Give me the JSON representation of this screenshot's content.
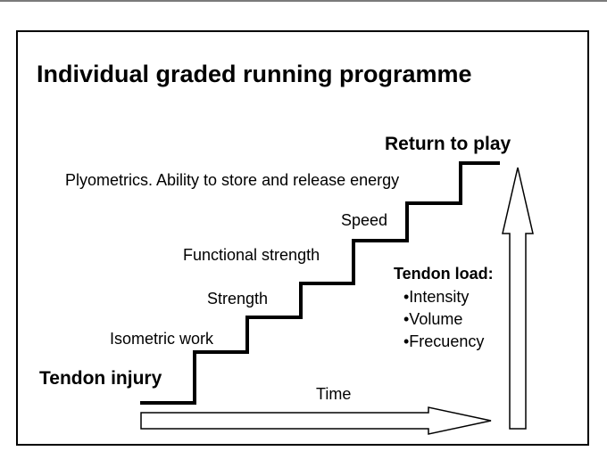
{
  "title": "Individual graded running programme",
  "start_label": "Tendon injury",
  "end_label": "Return to play",
  "steps": [
    "Isometric work",
    "Strength",
    "Functional strength",
    "Speed",
    "Plyometrics. Ability to store and release energy"
  ],
  "time_label": "Time",
  "tendon_load": {
    "heading": "Tendon load:",
    "items": [
      "•Intensity",
      "•Volume",
      "•Frecuency"
    ]
  }
}
